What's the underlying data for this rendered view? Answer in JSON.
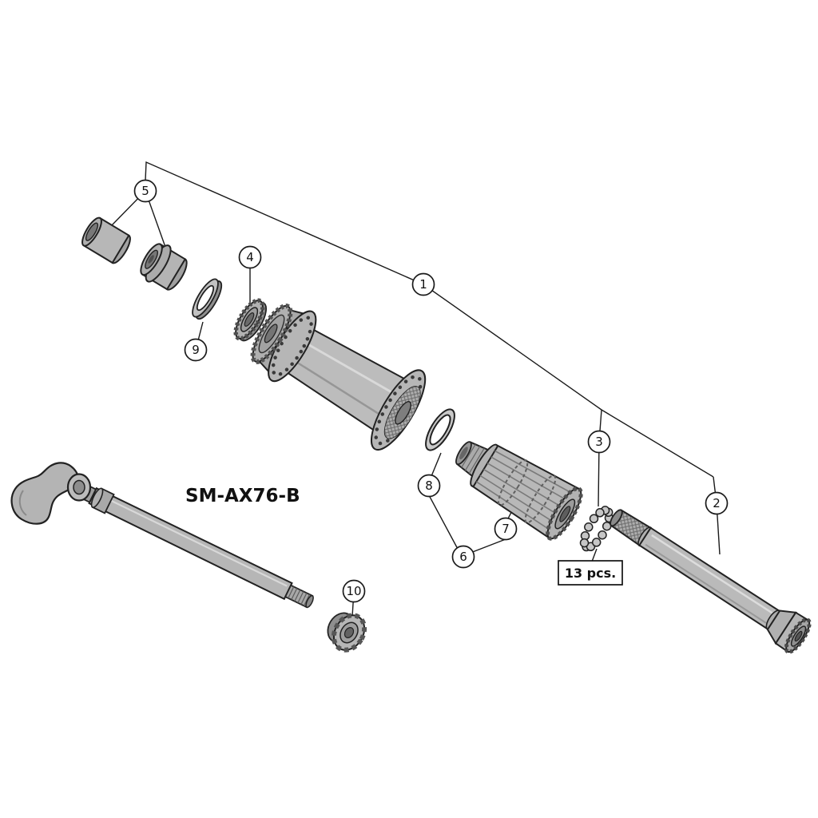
{
  "diagram": {
    "model_label": "SM-AX76-B",
    "bearing_box": "13 pcs.",
    "callouts": [
      "1",
      "2",
      "3",
      "4",
      "5",
      "6",
      "7",
      "8",
      "9",
      "10"
    ]
  }
}
